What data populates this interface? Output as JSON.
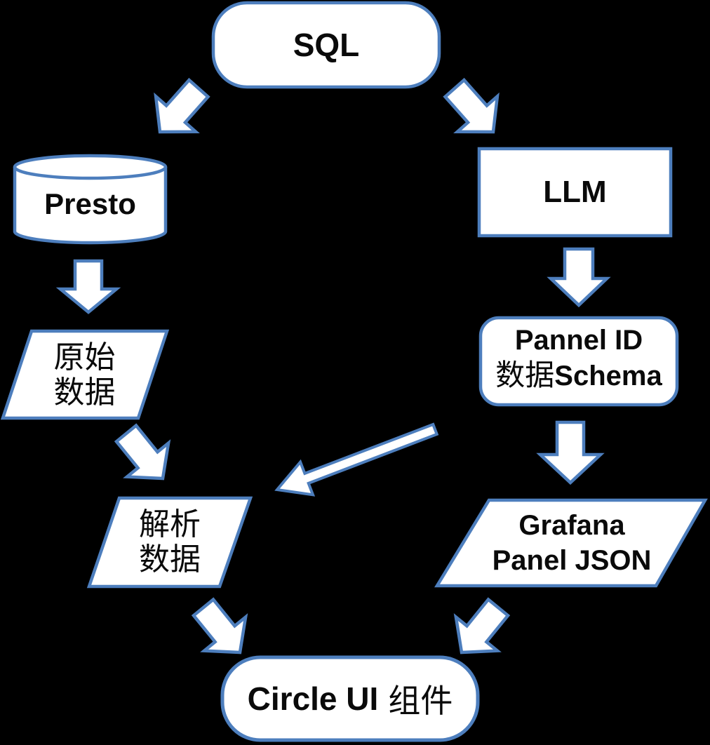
{
  "theme": {
    "background": "#000000",
    "node_fill": "#ffffff",
    "stroke_blue": "#4d7ebd",
    "text_color": "#0a0a0a"
  },
  "nodes": {
    "sql": {
      "label": "SQL",
      "shape": "rounded-rectangle"
    },
    "presto": {
      "label": "Presto",
      "shape": "cylinder"
    },
    "llm": {
      "label": "LLM",
      "shape": "rectangle"
    },
    "raw_data": {
      "line1": "原始",
      "line2": "数据",
      "shape": "parallelogram"
    },
    "panel_id_schema": {
      "line1": "Pannel ID",
      "line2_zh": "数据",
      "line2_en": "Schema",
      "shape": "rounded-rectangle"
    },
    "parsed_data": {
      "line1": "解析",
      "line2": "数据",
      "shape": "parallelogram"
    },
    "grafana_panel_json": {
      "line1": "Grafana",
      "line2": "Panel JSON",
      "shape": "parallelogram"
    },
    "circle_ui": {
      "label_en": "Circle UI",
      "label_zh": "组件",
      "shape": "rounded-rectangle"
    }
  },
  "edges": [
    {
      "from": "sql",
      "to": "presto",
      "style": "block-arrow"
    },
    {
      "from": "sql",
      "to": "llm",
      "style": "block-arrow"
    },
    {
      "from": "presto",
      "to": "raw_data",
      "style": "block-arrow"
    },
    {
      "from": "llm",
      "to": "panel_id_schema",
      "style": "block-arrow"
    },
    {
      "from": "raw_data",
      "to": "parsed_data",
      "style": "block-arrow"
    },
    {
      "from": "panel_id_schema",
      "to": "parsed_data",
      "style": "thin-arrow"
    },
    {
      "from": "panel_id_schema",
      "to": "grafana_panel_json",
      "style": "block-arrow"
    },
    {
      "from": "parsed_data",
      "to": "circle_ui",
      "style": "block-arrow"
    },
    {
      "from": "grafana_panel_json",
      "to": "circle_ui",
      "style": "block-arrow"
    }
  ]
}
